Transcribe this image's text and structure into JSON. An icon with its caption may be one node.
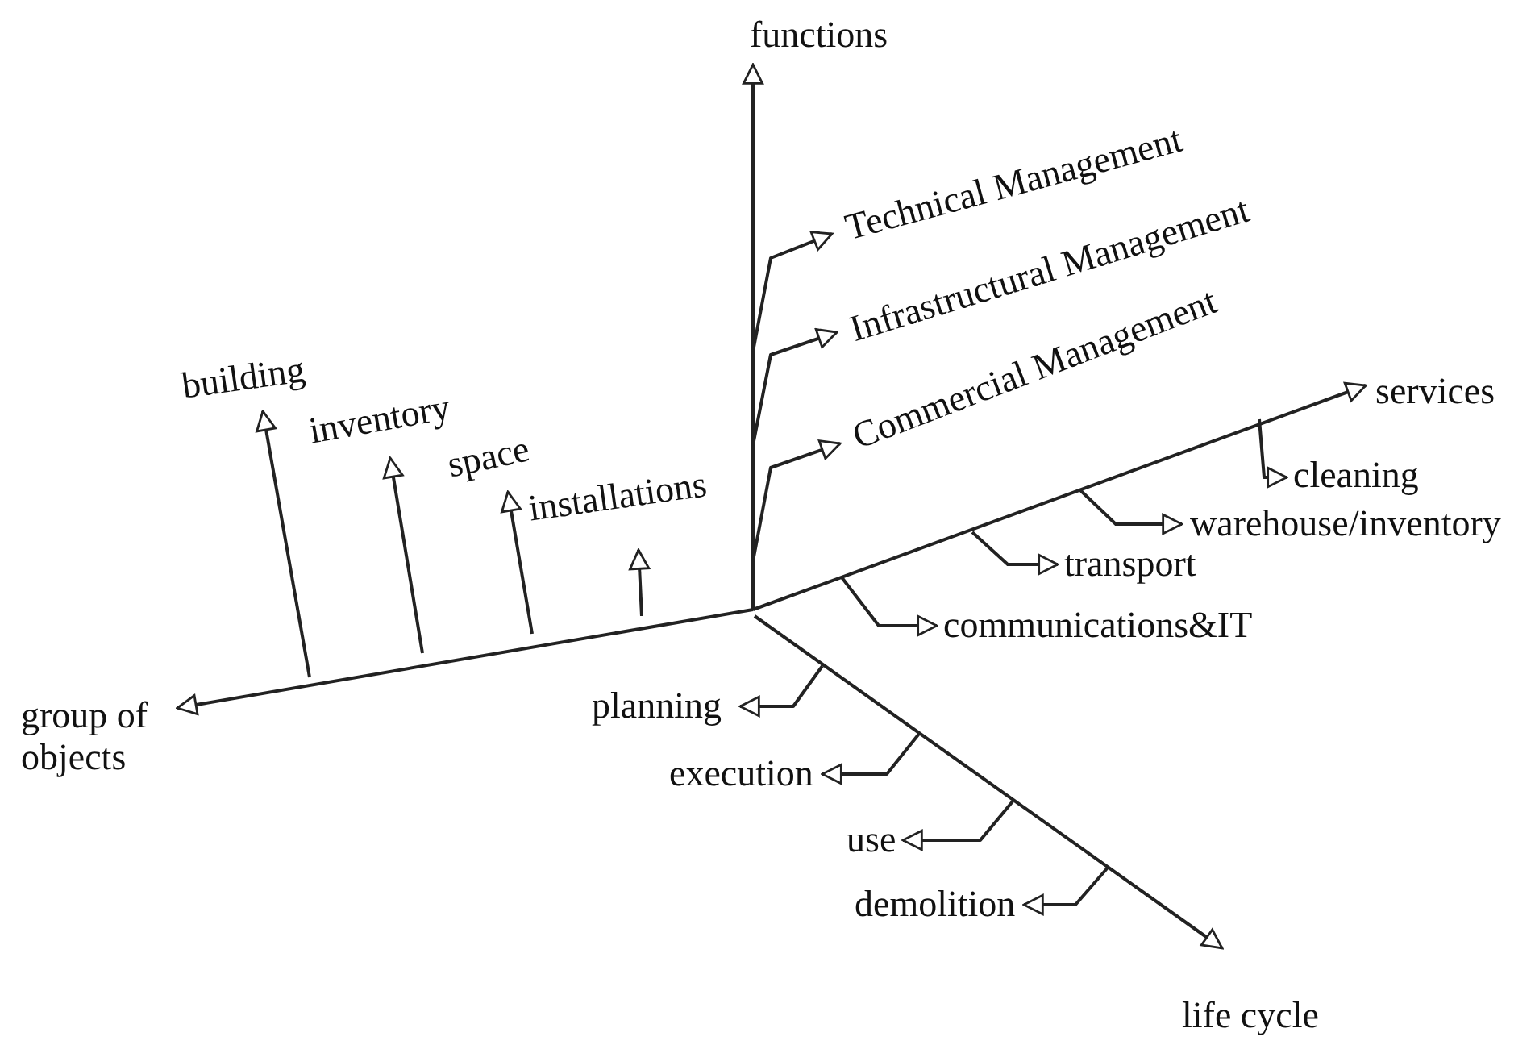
{
  "diagram": {
    "nodes": [
      {
        "text": [
          "functions"
        ]
      },
      {
        "text": [
          "Technical Management"
        ]
      },
      {
        "text": [
          "Infrastructural Management"
        ]
      },
      {
        "text": [
          "Commercial Management"
        ]
      },
      {
        "text": [
          "services"
        ]
      },
      {
        "text": [
          "cleaning"
        ]
      },
      {
        "text": [
          "warehouse/inventory"
        ]
      },
      {
        "text": [
          "transport"
        ]
      },
      {
        "text": [
          "communications&IT"
        ]
      },
      {
        "text": [
          "life cycle"
        ]
      },
      {
        "text": [
          "planning"
        ]
      },
      {
        "text": [
          "execution"
        ]
      },
      {
        "text": [
          "use"
        ]
      },
      {
        "text": [
          "demolition"
        ]
      },
      {
        "text": [
          "group of objects"
        ]
      },
      {
        "text": [
          "building"
        ]
      },
      {
        "text": [
          "inventory"
        ]
      },
      {
        "text": [
          "space"
        ]
      },
      {
        "text": [
          "installations"
        ]
      }
    ],
    "edges": [
      {
        "from": null,
        "to": 0,
        "arrow": "to"
      },
      {
        "from": null,
        "to": 4,
        "arrow": "to"
      },
      {
        "from": null,
        "to": 9,
        "arrow": "to"
      },
      {
        "from": null,
        "to": 14,
        "arrow": "to"
      },
      {
        "from": null,
        "to": 1,
        "arrow": "to"
      },
      {
        "from": null,
        "to": 2,
        "arrow": "to"
      },
      {
        "from": null,
        "to": 3,
        "arrow": "to"
      },
      {
        "from": null,
        "to": 15,
        "arrow": "to"
      },
      {
        "from": null,
        "to": 16,
        "arrow": "to"
      },
      {
        "from": null,
        "to": 17,
        "arrow": "to"
      },
      {
        "from": null,
        "to": 18,
        "arrow": "to"
      },
      {
        "from": null,
        "to": 5,
        "arrow": "to"
      },
      {
        "from": null,
        "to": 6,
        "arrow": "to"
      },
      {
        "from": null,
        "to": 7,
        "arrow": "to"
      },
      {
        "from": null,
        "to": 8,
        "arrow": "to"
      },
      {
        "from": null,
        "to": 10,
        "arrow": "to"
      },
      {
        "from": null,
        "to": 11,
        "arrow": "to"
      },
      {
        "from": null,
        "to": 12,
        "arrow": "to"
      },
      {
        "from": null,
        "to": 13,
        "arrow": "to"
      }
    ]
  }
}
